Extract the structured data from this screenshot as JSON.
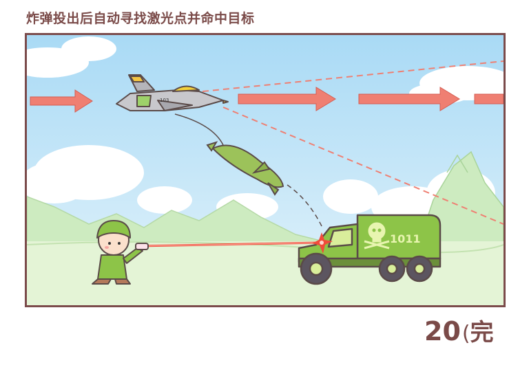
{
  "caption": "炸弹投出后自动寻找激光点并命中目标",
  "scene": {
    "plane_number": "103",
    "truck_number": "1011"
  },
  "page": {
    "number": "20",
    "paren": "(",
    "end_mark": "完"
  },
  "colors": {
    "border": "#7b4b4b",
    "caption": "#7a4a48",
    "sky": "#bfe4f7",
    "arrow": "#ef7f72",
    "laser": "#f04b3a",
    "mountain": "#cdebc0",
    "truck": "#8dc448",
    "bomb": "#9cc25a"
  },
  "icons": [
    "flight-arrow-icon",
    "jet-icon",
    "bomb-icon",
    "soldier-icon",
    "truck-icon",
    "skull-icon",
    "laser-spark-icon"
  ]
}
